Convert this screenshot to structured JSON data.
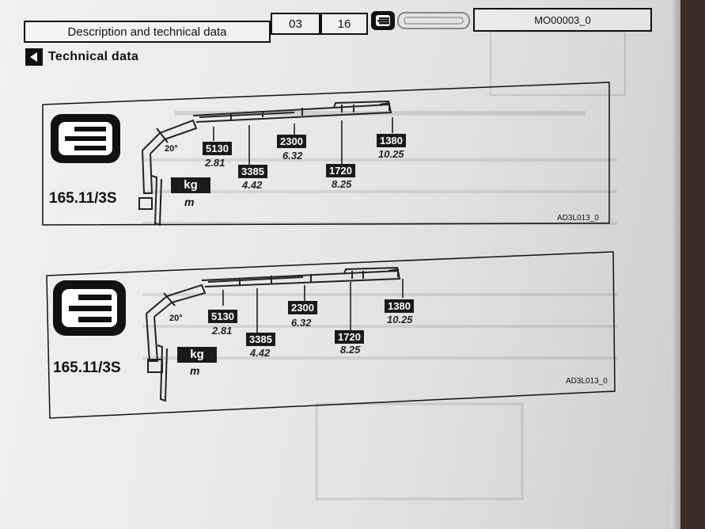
{
  "header": {
    "title": "Description and technical data",
    "section_no": "03",
    "page_no": "16",
    "doc_code": "MO00003_0"
  },
  "section": {
    "title": "Technical data"
  },
  "diagrams": [
    {
      "model": "165.11/3S",
      "angle": "20°",
      "unit_weight": "kg",
      "unit_length": "m",
      "ref": "AD3L013_0",
      "loads": [
        {
          "kg": "5130",
          "m": "2.81"
        },
        {
          "kg": "3385",
          "m": "4.42"
        },
        {
          "kg": "2300",
          "m": "6.32"
        },
        {
          "kg": "1720",
          "m": "8.25"
        },
        {
          "kg": "1380",
          "m": "10.25"
        }
      ]
    },
    {
      "model": "165.11/3S",
      "angle": "20°",
      "unit_weight": "kg",
      "unit_length": "m",
      "ref": "AD3L013_0",
      "loads": [
        {
          "kg": "5130",
          "m": "2.81"
        },
        {
          "kg": "3385",
          "m": "4.42"
        },
        {
          "kg": "2300",
          "m": "6.32"
        },
        {
          "kg": "1720",
          "m": "8.25"
        },
        {
          "kg": "1380",
          "m": "10.25"
        }
      ]
    }
  ],
  "colors": {
    "ink": "#111111",
    "paper": "#efeeec",
    "tag_bg": "#1a1a1a"
  }
}
